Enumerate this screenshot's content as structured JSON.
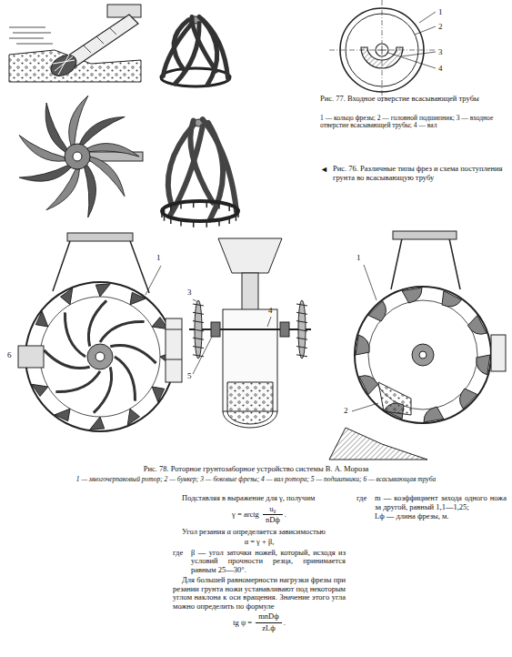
{
  "diagram": {
    "labels": [
      "1",
      "2",
      "3",
      "4",
      "Рис. 77. Входное отверстие всасывающей трубы",
      "1 — кольцо фрезы; 2 — головной подшипник; 3 — входное отверстие всасывающей трубы; 4 — вал",
      "◄",
      "Рис. 76. Различные типы фрез и схема поступления грунта во всасывающую трубу",
      "6",
      "1",
      "3",
      "4",
      "5",
      "1",
      "2",
      "Рис. 78. Роторное грунтозаборное устройство системы В. А. Мороза",
      "1 — многочерпаковый ротор; 2 — бункер; 3 — боковые фрезы; 4 — вал ротора; 5 — подшипники; 6 — всасывающая труба",
      "Подставляя в выражение для γ, получим",
      "γ = arctg",
      "u₀",
      "nDф",
      ".",
      "Угол резания α определяется зависимостью",
      "α = γ + β,",
      "где",
      "β — угол заточки ножей, который, исходя из условий прочности резца, принимается равным 25—30°.",
      "Для большей равномерности нагрузки фрезы при резании грунта ножи устанавливают под некоторым углом наклона к оси вращения. Значение этого угла можно определить по формуле",
      "tg ψ =",
      "mnDф",
      "zLф",
      ".",
      "где",
      "m — коэффициент захода одного ножа за другой, равный 1,1—1,25;",
      "Lф — длина фрезы, м."
    ]
  }
}
